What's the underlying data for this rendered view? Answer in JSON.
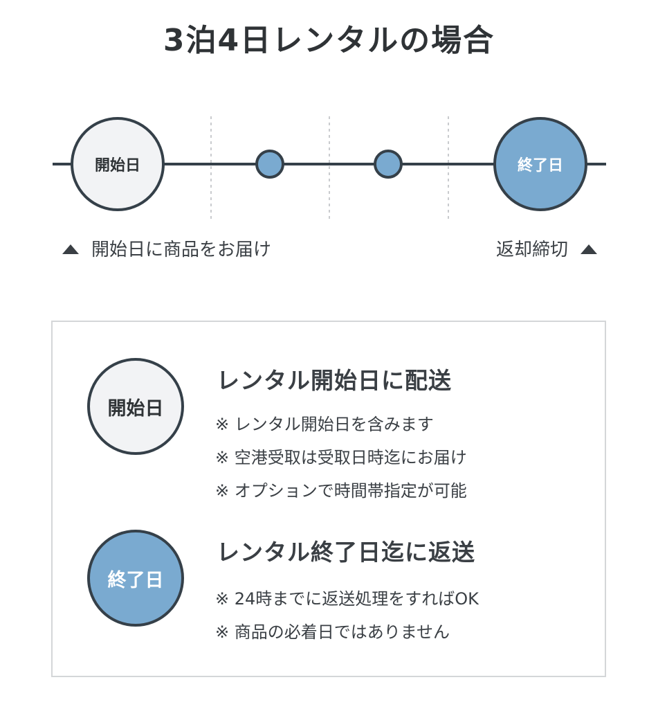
{
  "title": "3泊4日レンタルの場合",
  "timeline": {
    "start_label": "開始日",
    "end_label": "終了日",
    "caption_left": "開始日に商品をお届け",
    "caption_right": "返却締切"
  },
  "colors": {
    "accent_blue": "#7aaad0",
    "line_dark": "#354049",
    "light_fill": "#f2f3f5"
  },
  "info": {
    "start": {
      "badge": "開始日",
      "title": "レンタル開始日に配送",
      "notes": [
        "※ レンタル開始日を含みます",
        "※ 空港受取は受取日時迄にお届け",
        "※ オプションで時間帯指定が可能"
      ]
    },
    "end": {
      "badge": "終了日",
      "title": "レンタル終了日迄に返送",
      "notes": [
        "※ 24時までに返送処理をすればOK",
        "※ 商品の必着日ではありません"
      ]
    }
  }
}
